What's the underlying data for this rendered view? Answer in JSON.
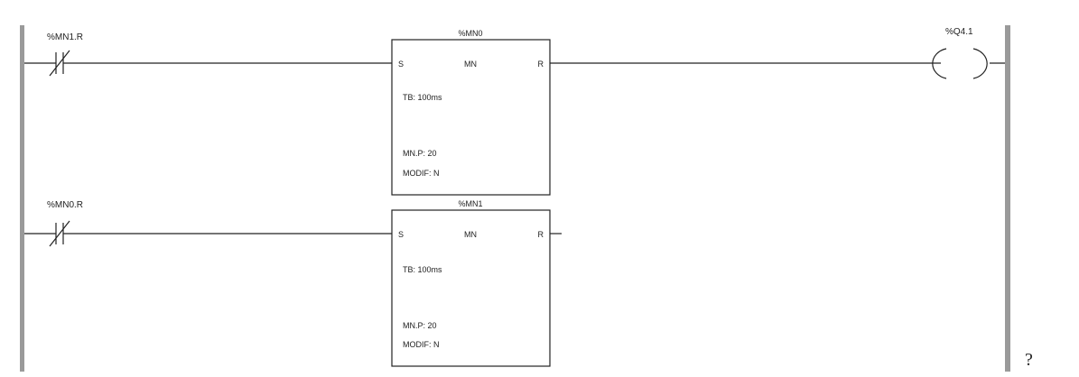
{
  "rungs": [
    {
      "contact_label": "%MN1.R",
      "block": {
        "name": "%MN0",
        "type": "MN",
        "input": "S",
        "output": "R",
        "tb": "TB: 100ms",
        "preset": "MN.P: 20",
        "modif": "MODIF: N"
      },
      "coil_label": "%Q4.1"
    },
    {
      "contact_label": "%MN0.R",
      "block": {
        "name": "%MN1",
        "type": "MN",
        "input": "S",
        "output": "R",
        "tb": "TB: 100ms",
        "preset": "MN.P: 20",
        "modif": "MODIF: N"
      }
    }
  ],
  "trailing_mark": "?"
}
